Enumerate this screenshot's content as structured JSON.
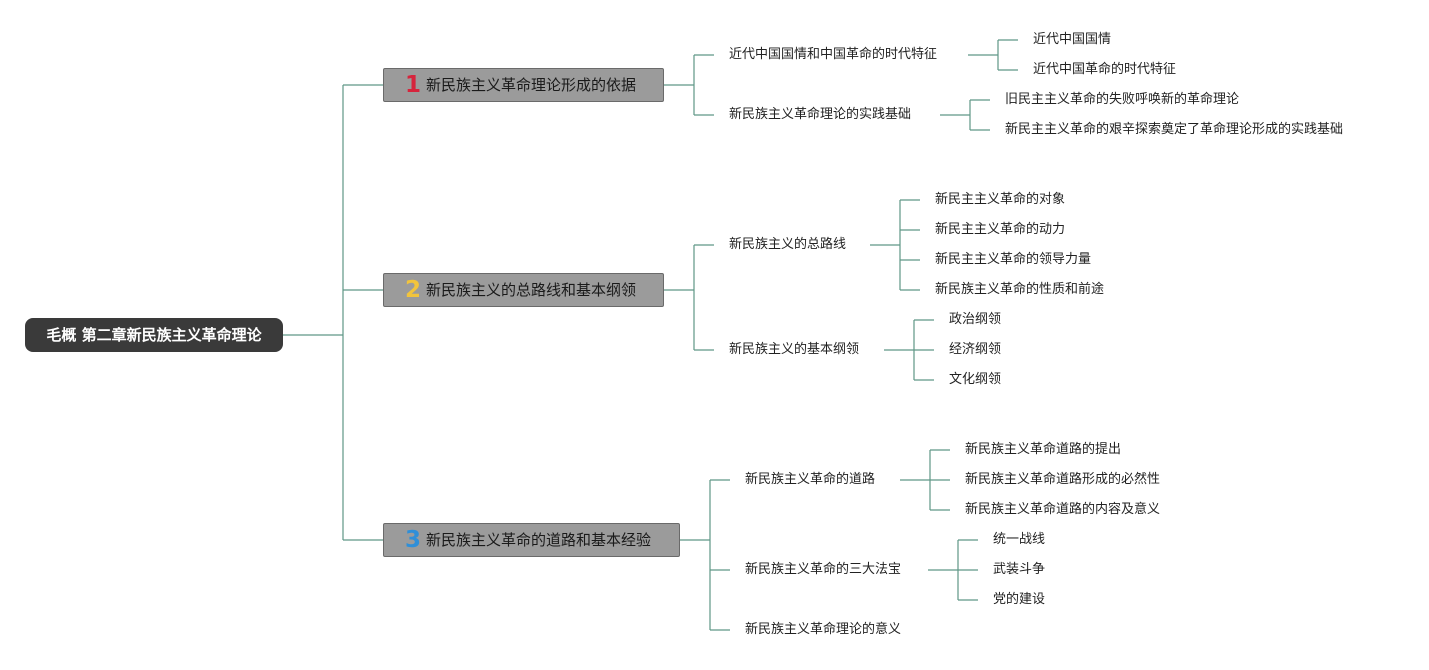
{
  "root": {
    "label": "毛概 第二章新民族主义革命理论"
  },
  "colors": {
    "root_bg": "#3a3a3a",
    "main_bg": "#9b9b9b",
    "line": "#5f9786",
    "num1": "#d6243c",
    "num2": "#f2c43c",
    "num3": "#2f8fd8"
  },
  "branches": [
    {
      "number": "1",
      "label": "新民族主义革命理论形成的依据",
      "children": [
        {
          "label": "近代中国国情和中国革命的时代特征",
          "children": [
            "近代中国国情",
            "近代中国革命的时代特征"
          ]
        },
        {
          "label": "新民族主义革命理论的实践基础",
          "children": [
            "旧民主主义革命的失败呼唤新的革命理论",
            "新民主主义革命的艰辛探索奠定了革命理论形成的实践基础"
          ]
        }
      ]
    },
    {
      "number": "2",
      "label": "新民族主义的总路线和基本纲领",
      "children": [
        {
          "label": "新民族主义的总路线",
          "children": [
            "新民主主义革命的对象",
            "新民主主义革命的动力",
            "新民主主义革命的领导力量",
            "新民族主义革命的性质和前途"
          ]
        },
        {
          "label": "新民族主义的基本纲领",
          "children": [
            "政治纲领",
            "经济纲领",
            "文化纲领"
          ]
        }
      ]
    },
    {
      "number": "3",
      "label": "新民族主义革命的道路和基本经验",
      "children": [
        {
          "label": "新民族主义革命的道路",
          "children": [
            "新民族主义革命道路的提出",
            "新民族主义革命道路形成的必然性",
            "新民族主义革命道路的内容及意义"
          ]
        },
        {
          "label": "新民族主义革命的三大法宝",
          "children": [
            "统一战线",
            "武装斗争",
            "党的建设"
          ]
        },
        {
          "label": "新民族主义革命理论的意义",
          "children": []
        }
      ]
    }
  ]
}
